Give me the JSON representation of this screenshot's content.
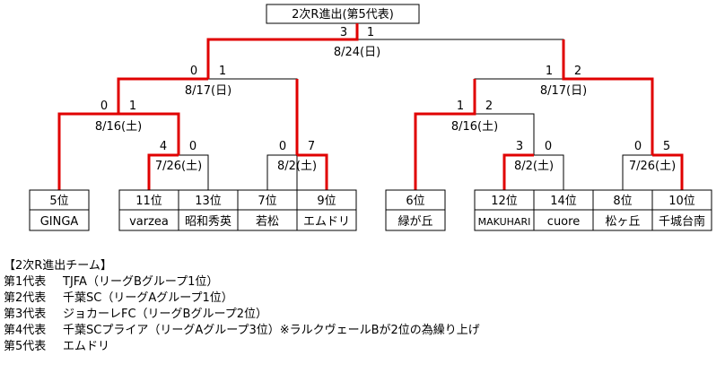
{
  "title": "2次R進出(第5代表)",
  "colors": {
    "win_line": "#e00000",
    "line": "#000000",
    "box_border": "#000000"
  },
  "matches": {
    "final": {
      "date": "8/24(日)",
      "score_left": "3",
      "score_right": "1"
    },
    "l_semi": {
      "date": "8/17(日)",
      "score_left": "0",
      "score_right": "1"
    },
    "r_semi": {
      "date": "8/17(日)",
      "score_left": "1",
      "score_right": "2"
    },
    "l_qf1": {
      "date": "8/16(土)",
      "score_left": "0",
      "score_right": "1"
    },
    "r_qf1": {
      "date": "8/16(土)",
      "score_left": "1",
      "score_right": "2"
    },
    "l_r1a": {
      "date": "7/26(土)",
      "score_left": "4",
      "score_right": "0"
    },
    "l_r1b": {
      "date": "8/2(土)",
      "score_left": "0",
      "score_right": "7"
    },
    "r_r1a": {
      "date": "8/2(土)",
      "score_left": "3",
      "score_right": "0"
    },
    "r_r1b": {
      "date": "7/26(土)",
      "score_left": "0",
      "score_right": "5"
    }
  },
  "teams": [
    {
      "seed": "5位",
      "name": "GINGA"
    },
    {
      "seed": "11位",
      "name": "varzea"
    },
    {
      "seed": "13位",
      "name": "昭和秀英"
    },
    {
      "seed": "7位",
      "name": "若松"
    },
    {
      "seed": "9位",
      "name": "エムドリ"
    },
    {
      "seed": "6位",
      "name": "緑が丘"
    },
    {
      "seed": "12位",
      "name": "MAKUHARI"
    },
    {
      "seed": "14位",
      "name": "cuore"
    },
    {
      "seed": "8位",
      "name": "松ヶ丘"
    },
    {
      "seed": "10位",
      "name": "千城台南"
    }
  ],
  "notes": {
    "heading": "【2次R進出チーム】",
    "rows": [
      {
        "label": "第1代表",
        "text": "TJFA（リーグBグループ1位）"
      },
      {
        "label": "第2代表",
        "text": "千葉SC（リーグAグループ1位）"
      },
      {
        "label": "第3代表",
        "text": "ジョカーレFC（リーグBグループ2位）"
      },
      {
        "label": "第4代表",
        "text": "千葉SCプライア（リーグAグループ3位）※ラルクヴェールBが2位の為繰り上げ"
      },
      {
        "label": "第5代表",
        "text": "エムドリ"
      }
    ]
  }
}
